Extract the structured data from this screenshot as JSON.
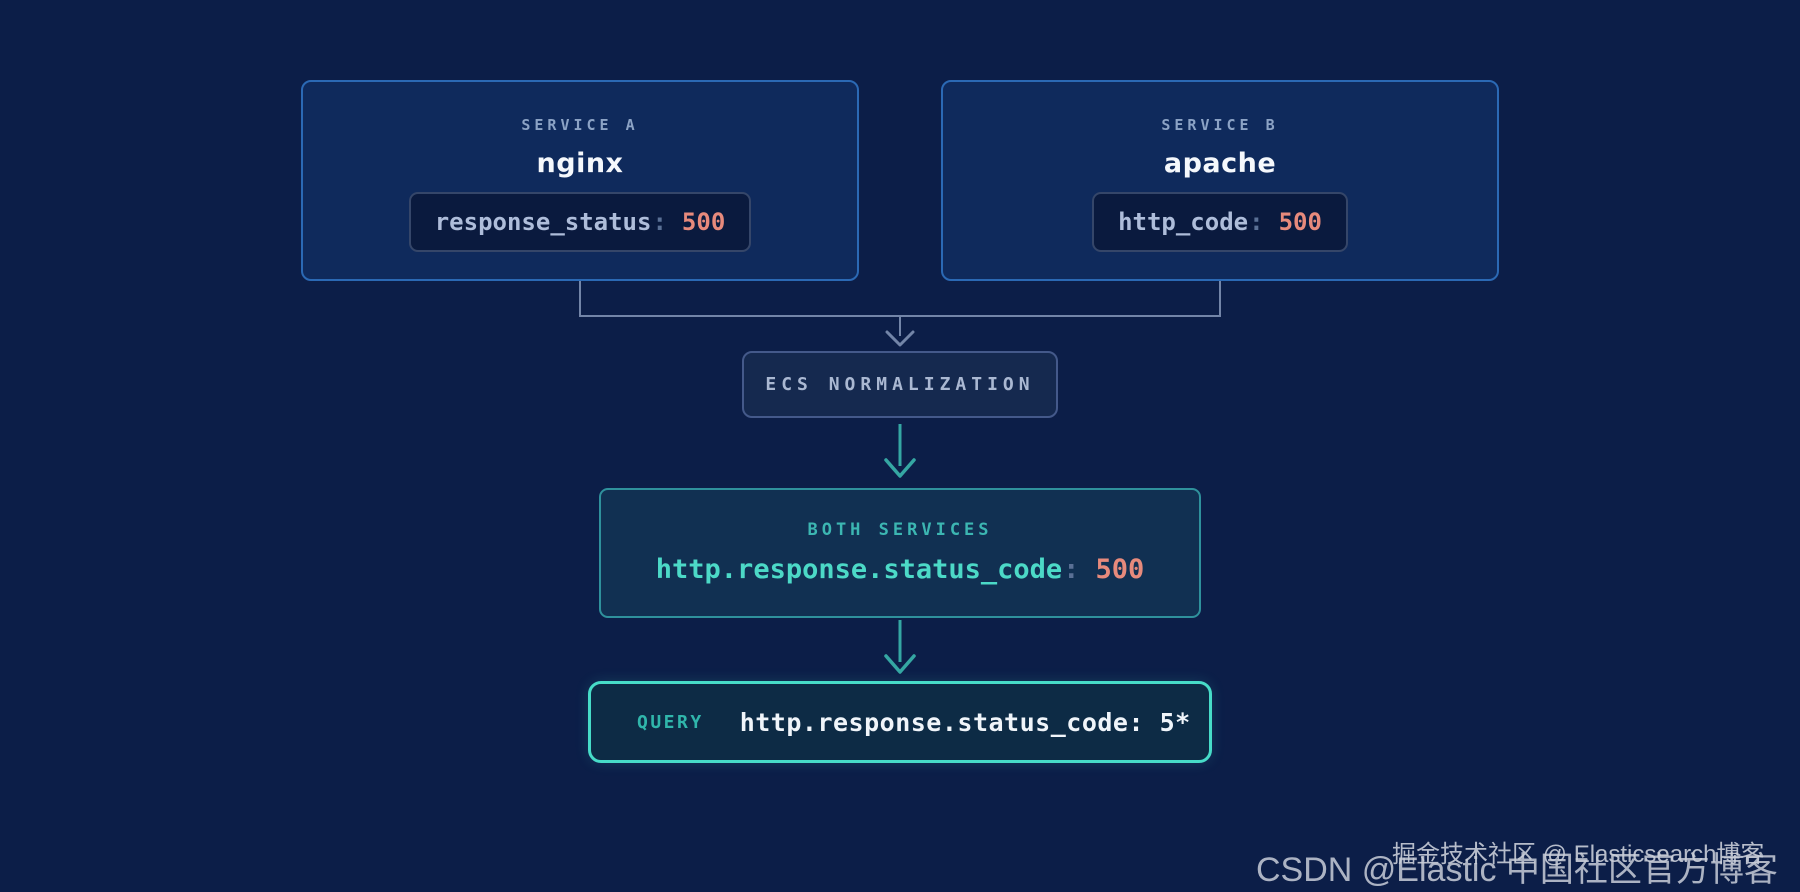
{
  "colors": {
    "page_background": "#0c1e48",
    "service_fill": "#0f2a5c",
    "service_border": "#2b69b4",
    "chip_fill": "#0a1a3e",
    "muted_label": "#8ca3c5",
    "white_text": "#f5f8fc",
    "field_key": "#aebdda",
    "colon_gray": "#5a7095",
    "value_salmon": "#e78a7c",
    "ecs_fill": "#15294f",
    "ecs_border": "#44598a",
    "ecs_text": "#aab8d2",
    "connector_gray": "#7385a8",
    "arrow_teal": "#35a7a3",
    "both_fill": "#113052",
    "both_border": "#2f919c",
    "both_label": "#3cb6b2",
    "both_key": "#4cd9c7",
    "query_fill": "#0d2b45",
    "query_border": "#47dcc8",
    "query_label": "#30b6ab",
    "query_text": "#f0f5fa",
    "watermark_gray": "#c9ced9"
  },
  "diagram": {
    "service_a": {
      "label": "SERVICE A",
      "name": "nginx",
      "field": "response_status",
      "colon": ":",
      "value": "500"
    },
    "service_b": {
      "label": "SERVICE B",
      "name": "apache",
      "field": "http_code",
      "colon": ":",
      "value": "500"
    },
    "normalization": {
      "label": "ECS NORMALIZATION"
    },
    "both_services": {
      "label": "BOTH SERVICES",
      "field": "http.response.status_code",
      "colon": ":",
      "value": "500"
    },
    "query": {
      "label": "QUERY",
      "text": "http.response.status_code: 5*"
    }
  },
  "watermarks": {
    "csdn": "CSDN @Elastic 中国社区官方博客",
    "juejin": "掘金技术社区 @ Elasticsearch博客"
  }
}
